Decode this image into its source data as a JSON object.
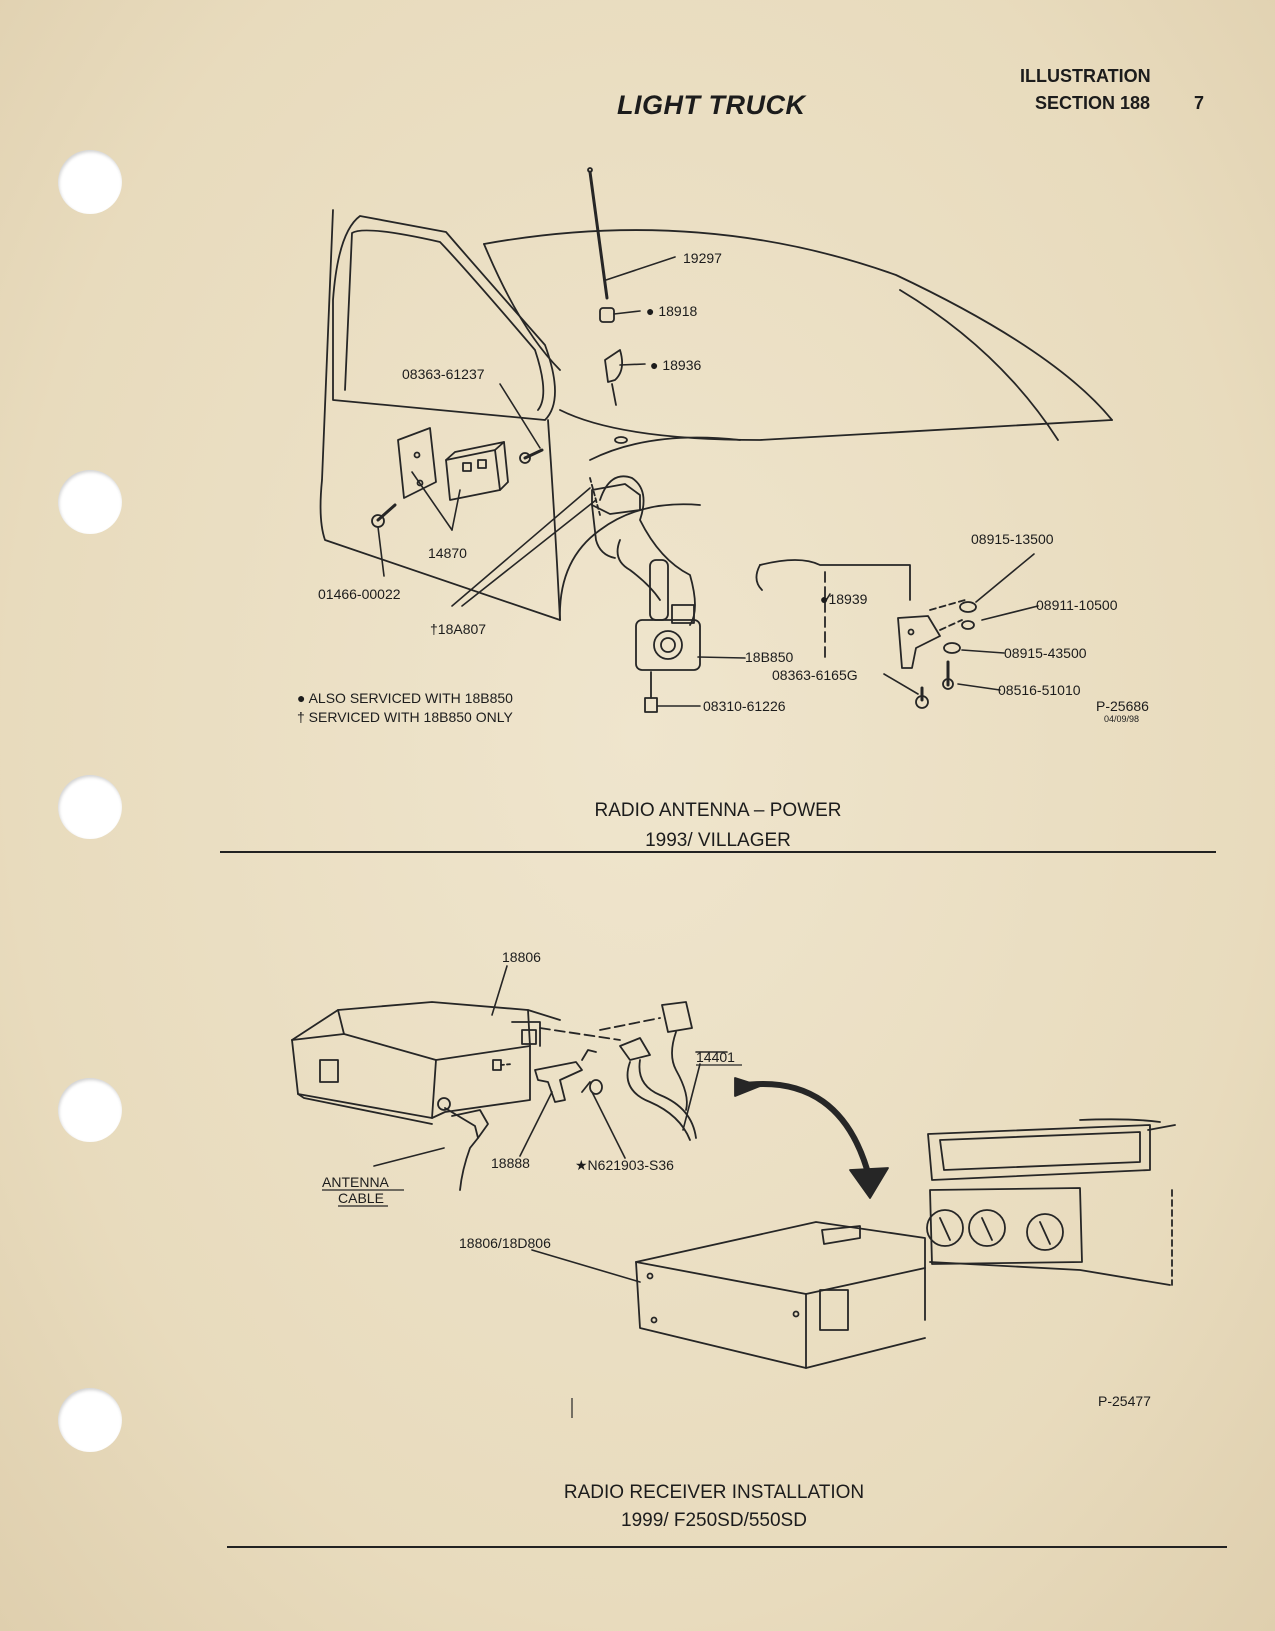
{
  "header": {
    "title": "LIGHT TRUCK",
    "illustration": "ILLUSTRATION",
    "section": "SECTION 188",
    "page": "7"
  },
  "figure1": {
    "caption_line1": "RADIO ANTENNA – POWER",
    "caption_line2": "1993/ VILLAGER",
    "ref": "P-25686",
    "date": "04/09/98",
    "labels": {
      "p19297": "19297",
      "p18918": "● 18918",
      "p18936": "● 18936",
      "p0836361237": "08363-61237",
      "p14870": "14870",
      "p0146600022": "01466-00022",
      "p18a807": "†18A807",
      "p18b850": "18B850",
      "p0831061226": "08310-61226",
      "p18939": "●18939",
      "p0836361656": "08363-6165G",
      "p0891513500": "08915-13500",
      "p0891110500": "08911-10500",
      "p0891543500": "08915-43500",
      "p0851651010": "08516-51010"
    },
    "note1": "● ALSO SERVICED WITH 18B850",
    "note2": "† SERVICED WITH 18B850 ONLY"
  },
  "figure2": {
    "caption_line1": "RADIO RECEIVER INSTALLATION",
    "caption_line2": "1999/ F250SD/550SD",
    "ref": "P-25477",
    "labels": {
      "p18806": "18806",
      "p14401": "14401",
      "p18888": "18888",
      "pn621903": "★N621903-S36",
      "antenna1": "ANTENNA",
      "antenna2": "CABLE",
      "p1880618d806": "18806/18D806"
    }
  }
}
